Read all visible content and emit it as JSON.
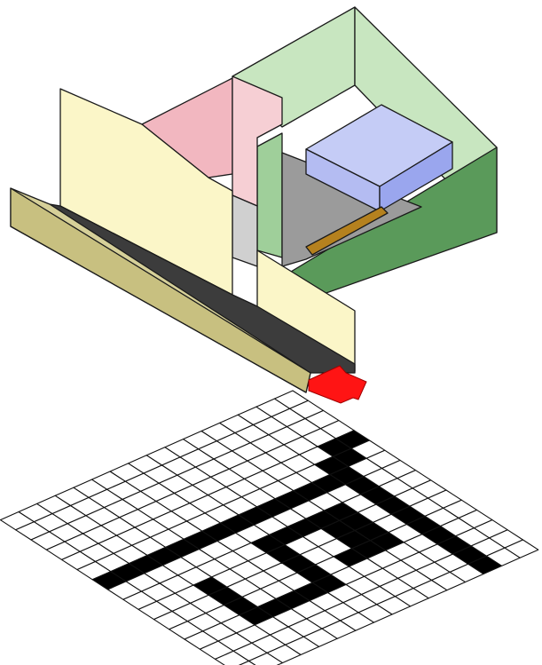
{
  "diagram": {
    "colors": {
      "background": "#ffffff",
      "outline": "#1a1a1a",
      "green_room_light": "#c8e6c0",
      "green_room_dark": "#5a9a5a",
      "green_room_side": "#9fcf9a",
      "pink_room_wall": "#f2b7c0",
      "pink_room_light": "#f6cfd4",
      "yellow_wall": "#fbf6c8",
      "khaki_wall_top": "#c8c080",
      "khaki_wall_face": "#d6d099",
      "floor_dark": "#3c3c3c",
      "floor_grey": "#9b9b9b",
      "floor_light": "#d0d0d0",
      "box_top": "#c5ccf6",
      "box_side": "#9aa6ee",
      "box_front": "#b4bcf2",
      "rod_color": "#b5811e",
      "arrow_color": "#ff1414",
      "grid_open": "#ffffff",
      "grid_wall": "#000000"
    },
    "objects": {
      "room_shell": "room-shell",
      "box": "furniture-box",
      "rod": "rod",
      "marker_arrow": "arrow-icon",
      "occupancy_grid": "occupancy-grid"
    },
    "grid": {
      "cols": 16,
      "rows": 16,
      "cells": [
        "................",
        "................",
        "................",
        "................",
        "##..............",
        ".##.............",
        "..##############",
        "..#.............",
        "..#.#####.......",
        "..#.##..#...#...",
        "..#.##..#...#...",
        "..#.###.#...#...",
        "..#.....#####...",
        "..#.............",
        "..#.............",
        "..#............."
      ]
    }
  }
}
